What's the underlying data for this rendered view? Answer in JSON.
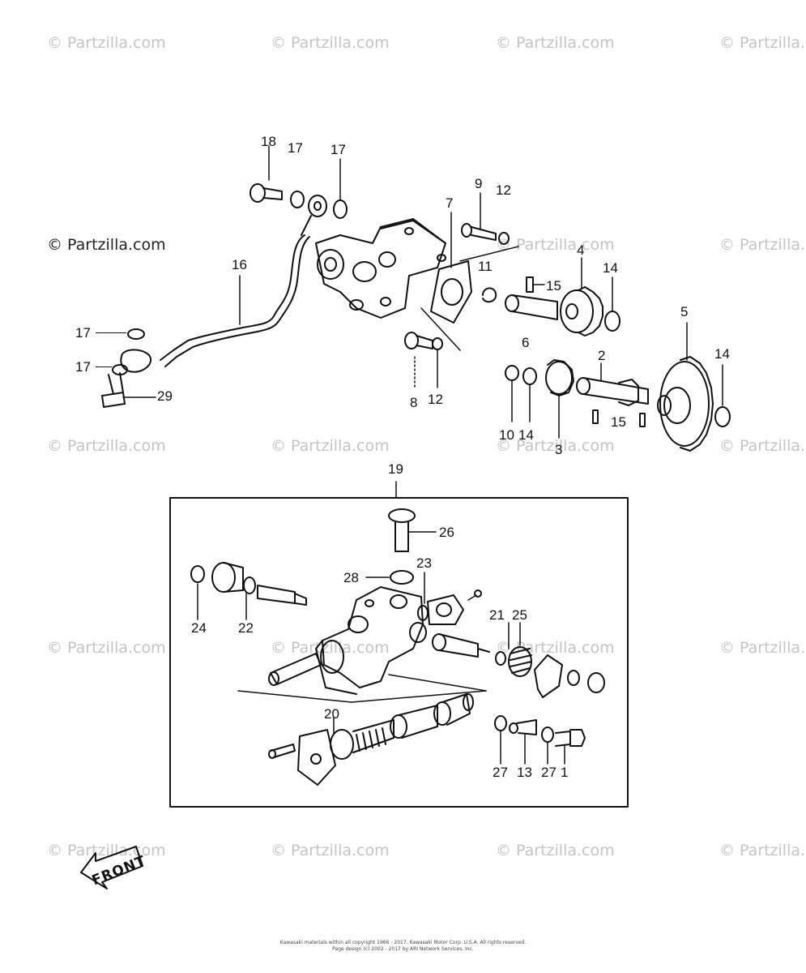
{
  "watermarks": {
    "text": "© Partzilla.com",
    "dark_text": "© Partzilla.com"
  },
  "callouts": {
    "c18": "18",
    "c17a": "17",
    "c17b": "17",
    "c9": "9",
    "c12a": "12",
    "c7": "7",
    "c11": "11",
    "c15a": "15",
    "c4": "4",
    "c14a": "14",
    "c16": "16",
    "c5": "5",
    "c17c": "17",
    "c14b": "14",
    "c17d": "17",
    "c6": "6",
    "c2": "2",
    "c29": "29",
    "c8": "8",
    "c12b": "12",
    "c10": "10",
    "c14c": "14",
    "c3": "3",
    "c15b": "15",
    "c19": "19",
    "c26": "26",
    "c28": "28",
    "c23": "23",
    "c24": "24",
    "c22": "22",
    "c21": "21",
    "c25": "25",
    "c20": "20",
    "c27a": "27",
    "c13": "13",
    "c27b": "27",
    "c1": "1"
  },
  "front_label": "FRONT",
  "footer": {
    "line1": "Kawasaki materials within all copyright 1966 - 2017. Kawasaki Motor Corp. U.S.A. All rights reserved.",
    "line2": "Page design (c) 2002 - 2017 by ARI Network Services, Inc."
  }
}
